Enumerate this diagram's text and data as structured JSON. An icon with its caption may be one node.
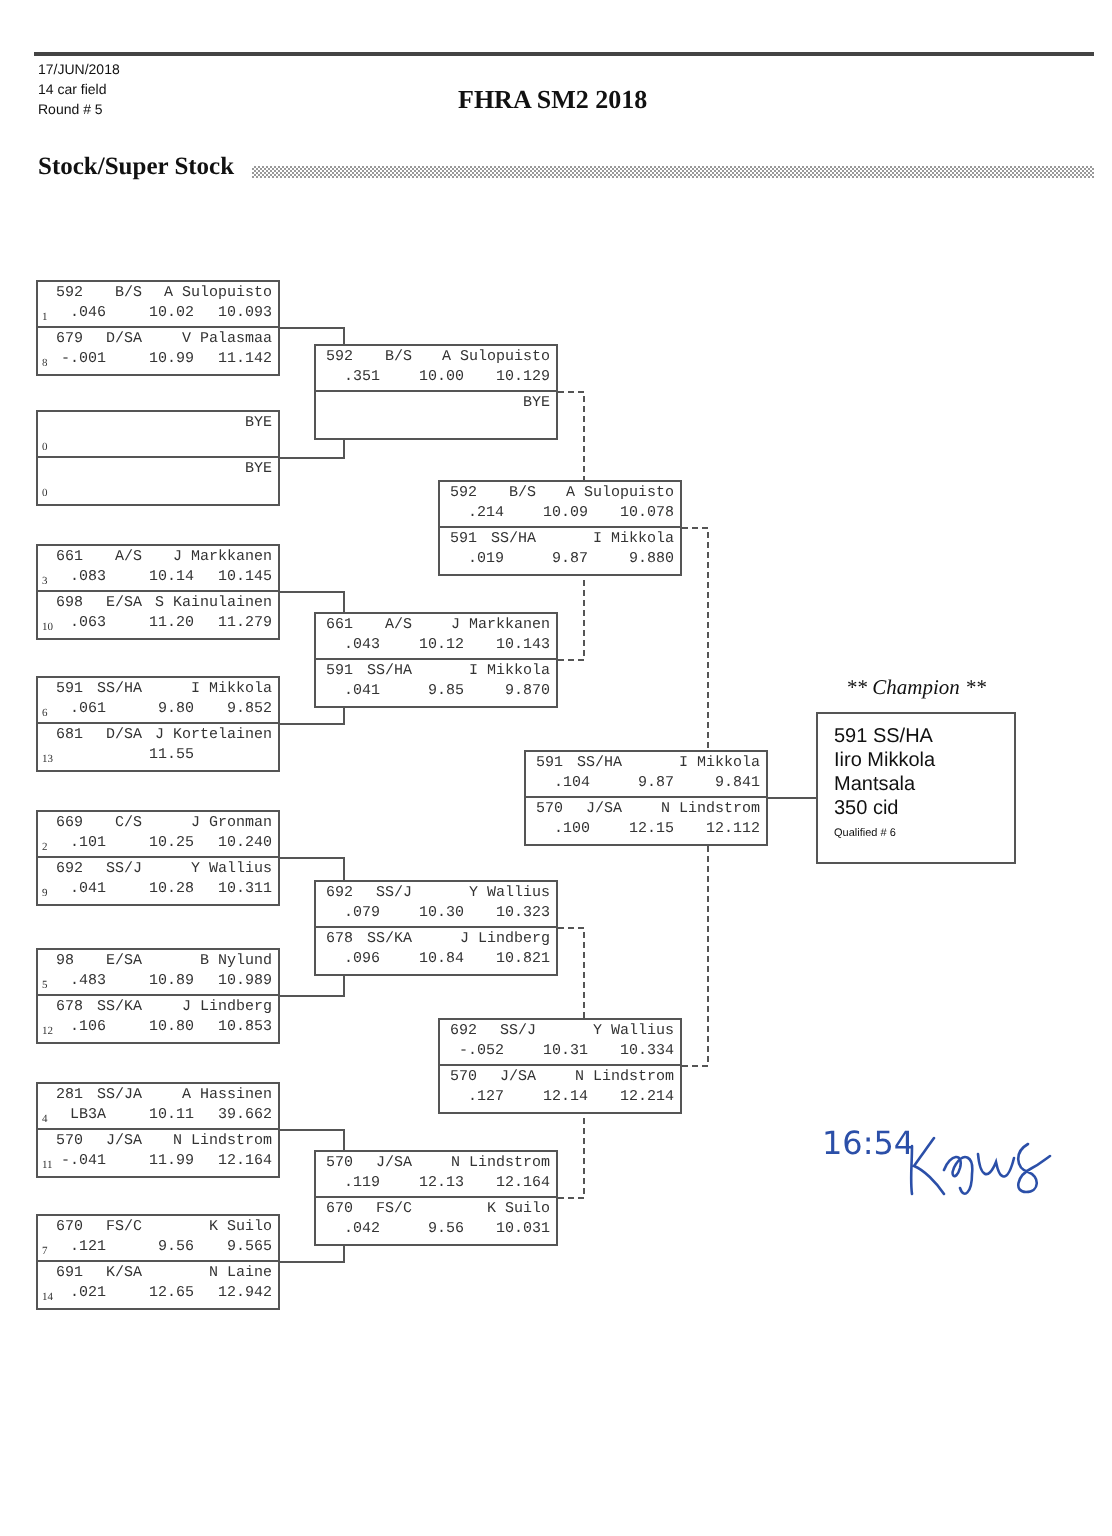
{
  "diagram": {
    "title": "FHRA SM2 2018",
    "nodes": [
      {
        "text": [
          "592",
          "B/S",
          "A Sulopuisto",
          "1",
          ".046",
          "10.02",
          "10.093",
          "679",
          "D/SA",
          "V Palasmaa",
          "8",
          "-.001",
          "10.99",
          "11.142"
        ]
      },
      {
        "text": [
          "BYE",
          "0",
          "BYE",
          "0"
        ]
      },
      {
        "text": [
          "661",
          "A/S",
          "J Markkanen",
          "3",
          ".083",
          "10.14",
          "10.145",
          "698",
          "E/SA",
          "S Kainulainen",
          "10",
          ".063",
          "11.20",
          "11.279"
        ]
      },
      {
        "text": [
          "591",
          "SS/HA",
          "I Mikkola",
          "6",
          ".061",
          "9.80",
          "9.852",
          "681",
          "D/SA",
          "J Kortelainen",
          "13",
          "11.55"
        ]
      },
      {
        "text": [
          "669",
          "C/S",
          "J Gronman",
          "2",
          ".101",
          "10.25",
          "10.240",
          "692",
          "SS/J",
          "Y Wallius",
          "9",
          ".041",
          "10.28",
          "10.311"
        ]
      },
      {
        "text": [
          "98",
          "E/SA",
          "B Nylund",
          "5",
          ".483",
          "10.89",
          "10.989",
          "678",
          "SS/KA",
          "J Lindberg",
          "12",
          ".106",
          "10.80",
          "10.853"
        ]
      },
      {
        "text": [
          "281",
          "SS/JA",
          "A Hassinen",
          "4",
          "LB3A",
          "10.11",
          "39.662",
          "570",
          "J/SA",
          "N Lindstrom",
          "11",
          "-.041",
          "11.99",
          "12.164"
        ]
      },
      {
        "text": [
          "670",
          "FS/C",
          "K Suilo",
          "7",
          ".121",
          "9.56",
          "9.565",
          "691",
          "K/SA",
          "N Laine",
          "14",
          ".021",
          "12.65",
          "12.942"
        ]
      },
      {
        "text": [
          "592",
          "B/S",
          "A Sulopuisto",
          ".351",
          "10.00",
          "10.129",
          "BYE"
        ]
      },
      {
        "text": [
          "661",
          "A/S",
          "J Markkanen",
          ".043",
          "10.12",
          "10.143",
          "591",
          "SS/HA",
          "I Mikkola",
          ".041",
          "9.85",
          "9.870"
        ]
      },
      {
        "text": [
          "692",
          "SS/J",
          "Y Wallius",
          ".079",
          "10.30",
          "10.323",
          "678",
          "SS/KA",
          "J Lindberg",
          ".096",
          "10.84",
          "10.821"
        ]
      },
      {
        "text": [
          "570",
          "J/SA",
          "N Lindstrom",
          ".119",
          "12.13",
          "12.164",
          "670",
          "FS/C",
          "K Suilo",
          ".042",
          "9.56",
          "10.031"
        ]
      },
      {
        "text": [
          "592",
          "B/S",
          "A Sulopuisto",
          ".214",
          "10.09",
          "10.078",
          "591",
          "SS/HA",
          "I Mikkola",
          ".019",
          "9.87",
          "9.880"
        ]
      },
      {
        "text": [
          "692",
          "SS/J",
          "Y Wallius",
          "-.052",
          "10.31",
          "10.334",
          "570",
          "J/SA",
          "N Lindstrom",
          ".127",
          "12.14",
          "12.214"
        ]
      },
      {
        "text": [
          "591",
          "SS/HA",
          "I Mikkola",
          ".104",
          "9.87",
          "9.841",
          "570",
          "J/SA",
          "N Lindstrom",
          ".100",
          "12.15",
          "12.112"
        ]
      },
      {
        "text": [
          "** Champion **",
          "591 SS/HA",
          "Iiro Mikkola",
          "Mantsala",
          "350 cid",
          "Qualified # 6"
        ]
      }
    ],
    "edges": [
      {
        "from": 0,
        "to": 8,
        "arrow": "none"
      },
      {
        "from": 1,
        "to": 8,
        "arrow": "none"
      },
      {
        "from": 2,
        "to": 9,
        "arrow": "none"
      },
      {
        "from": 3,
        "to": 9,
        "arrow": "none"
      },
      {
        "from": 4,
        "to": 10,
        "arrow": "none"
      },
      {
        "from": 5,
        "to": 10,
        "arrow": "none"
      },
      {
        "from": 6,
        "to": 11,
        "arrow": "none"
      },
      {
        "from": 7,
        "to": 11,
        "arrow": "none"
      },
      {
        "from": 8,
        "to": 12,
        "arrow": "none",
        "style": "dashed"
      },
      {
        "from": 9,
        "to": 12,
        "arrow": "none",
        "style": "dashed"
      },
      {
        "from": 10,
        "to": 13,
        "arrow": "none",
        "style": "dashed"
      },
      {
        "from": 11,
        "to": 13,
        "arrow": "none",
        "style": "dashed"
      },
      {
        "from": 12,
        "to": 14,
        "arrow": "none",
        "style": "dashed"
      },
      {
        "from": 13,
        "to": 14,
        "arrow": "none",
        "style": "dashed"
      },
      {
        "from": 14,
        "to": 15,
        "arrow": "none"
      }
    ],
    "labels": [
      "17/JUN/2018",
      "14 car field",
      "Round # 5",
      "Stock/Super Stock",
      "16:54"
    ]
  }
}
